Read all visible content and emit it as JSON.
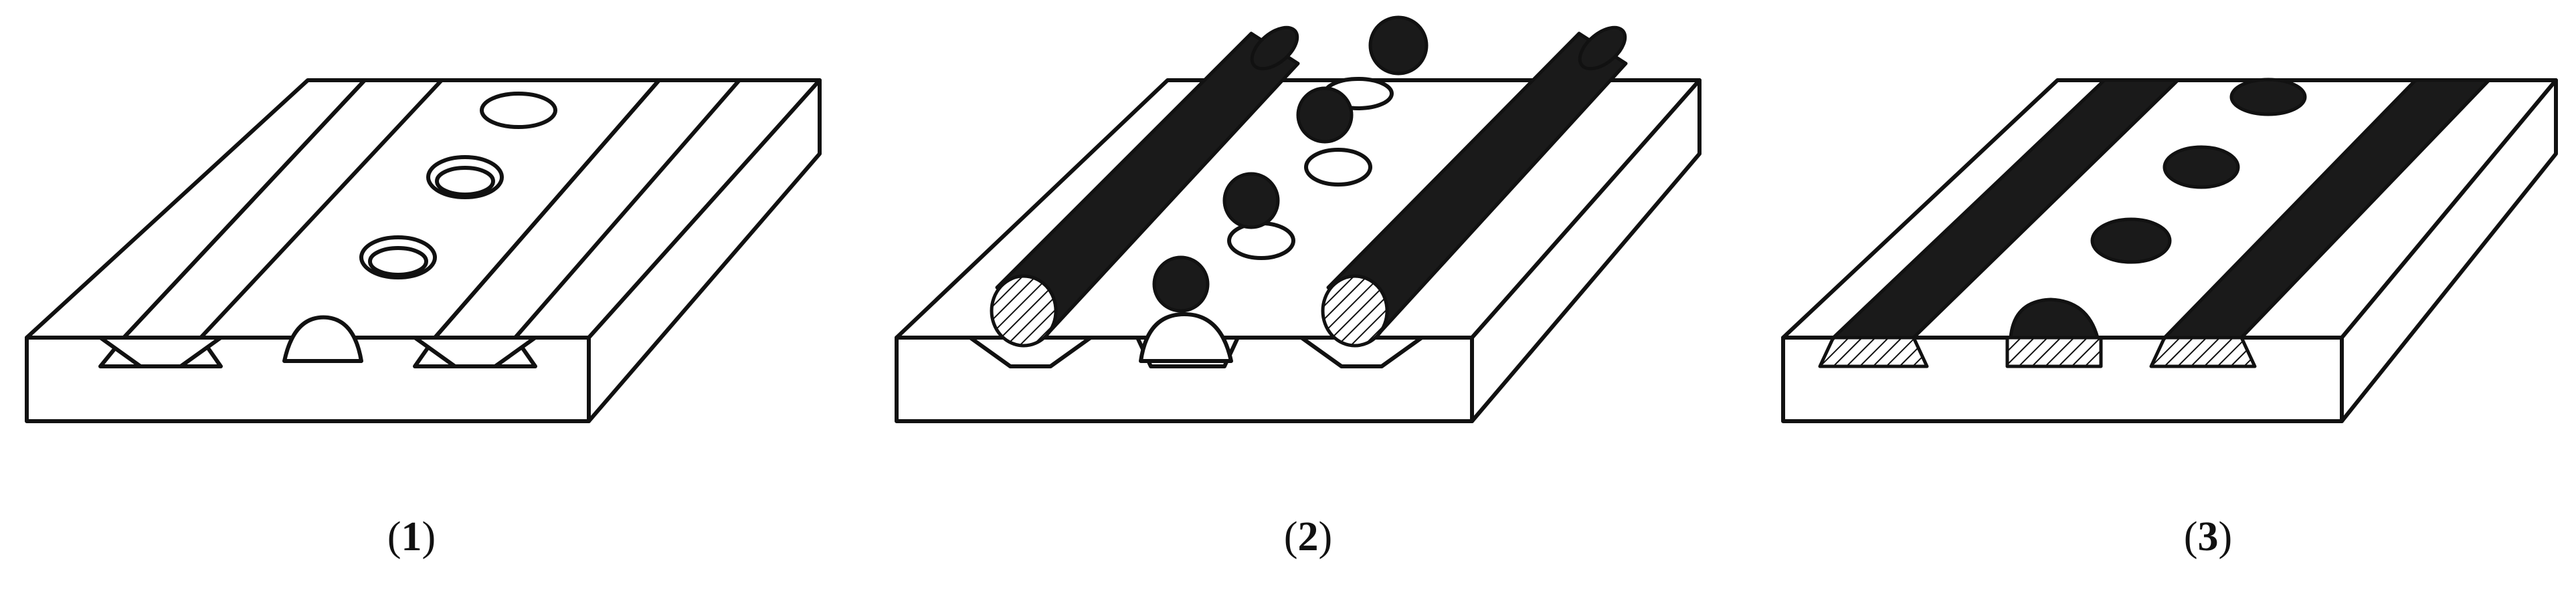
{
  "figure": {
    "panels": [
      {
        "id": "1",
        "caption_number": "1",
        "open": "(",
        "close": ")"
      },
      {
        "id": "2",
        "caption_number": "2",
        "open": "(",
        "close": ")"
      },
      {
        "id": "3",
        "caption_number": "3",
        "open": "(",
        "close": ")"
      }
    ]
  }
}
